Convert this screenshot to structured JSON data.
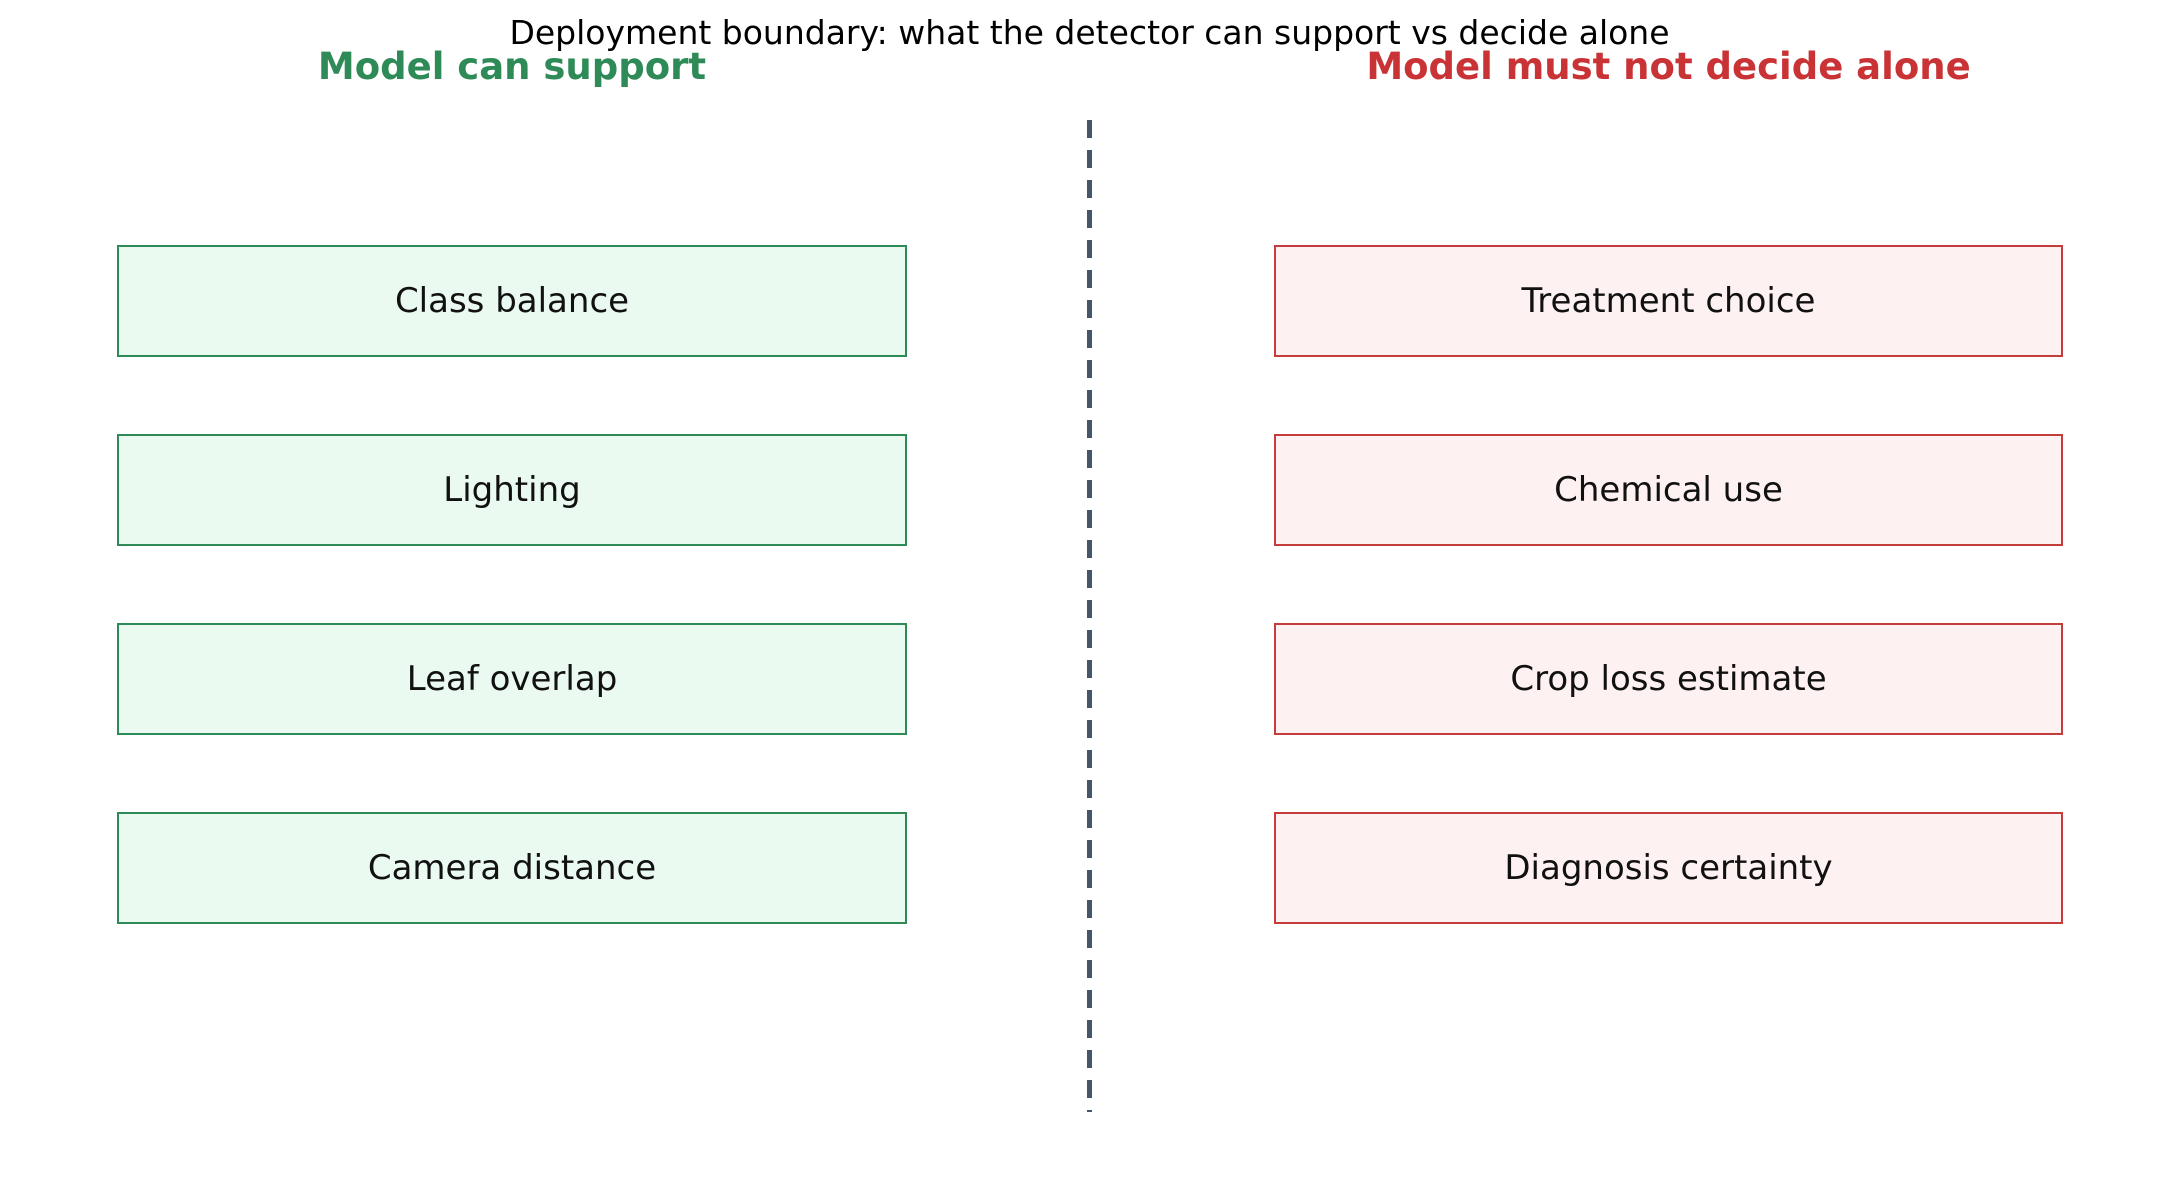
{
  "title": "Deployment boundary: what the detector can support vs decide alone",
  "left_column": {
    "header": "Model can support",
    "items": [
      "Class balance",
      "Lighting",
      "Leaf overlap",
      "Camera distance"
    ]
  },
  "right_column": {
    "header": "Model must not decide alone",
    "items": [
      "Treatment choice",
      "Chemical use",
      "Crop loss estimate",
      "Diagnosis certainty"
    ]
  },
  "colors": {
    "green_header": "#2e8b57",
    "green_border": "#2e8b57",
    "green_fill": "#eafaf1",
    "red_header": "#c93336",
    "red_border": "#c43c3c",
    "red_fill": "#fdf2f1",
    "divider": "#475569"
  }
}
